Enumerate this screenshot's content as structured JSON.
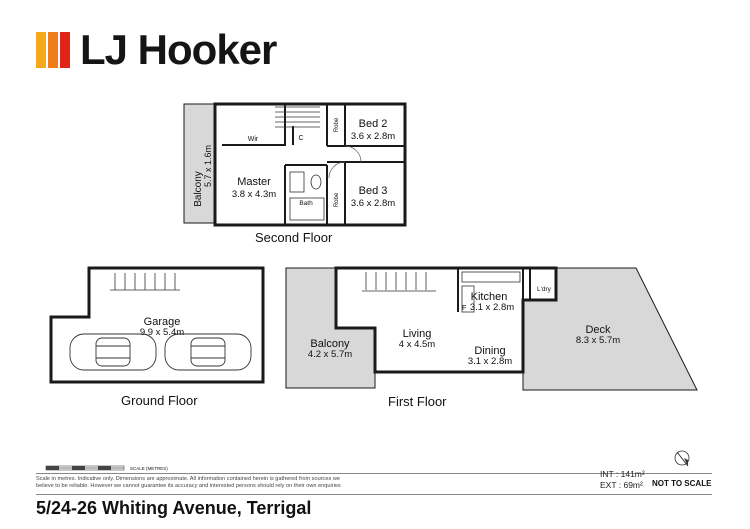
{
  "brand": {
    "name": "LJ Hooker",
    "mark_colors": [
      "#f6a81c",
      "#ef7d1a",
      "#e2231a"
    ]
  },
  "colors": {
    "wall": "#1a1a1a",
    "outdoor_fill": "#d8d8d8",
    "room_fill": "#ffffff"
  },
  "floors": {
    "second": {
      "label": "Second Floor",
      "rooms": [
        {
          "name": "Balcony",
          "dims": "5.7 x 1.6m"
        },
        {
          "name": "Master",
          "dims": "3.8 x 4.3m"
        },
        {
          "name": "Bed 2",
          "dims": "3.6 x 2.8m"
        },
        {
          "name": "Bed 3",
          "dims": "3.6 x 2.8m"
        }
      ],
      "small_labels": {
        "wir": "Wir",
        "c": "C",
        "bath": "Bath",
        "robe_upper": "Robe",
        "robe_lower": "Robe"
      }
    },
    "ground": {
      "label": "Ground Floor",
      "rooms": [
        {
          "name": "Garage",
          "dims": "9.9 x 5.4m"
        }
      ]
    },
    "first": {
      "label": "First Floor",
      "rooms": [
        {
          "name": "Balcony",
          "dims": "4.2 x 5.7m"
        },
        {
          "name": "Living",
          "dims": "4 x 4.5m"
        },
        {
          "name": "Kitchen",
          "dims": "3.1 x 2.8m"
        },
        {
          "name": "Dining",
          "dims": "3.1 x 2.8m"
        },
        {
          "name": "Deck",
          "dims": "8.3 x 5.7m"
        }
      ],
      "small_labels": {
        "ldry": "L'dry",
        "kitchen_prefix": "F"
      }
    }
  },
  "footer": {
    "disclaimer": [
      "Scale in metres. Indicative only. Dimensions are approximate. All information contained herein is gathered from sources we",
      "believe to be reliable. However we cannot guarantee its accuracy and interested persons should rely on their own enquiries"
    ],
    "scale_label": "SCALE (METRES)",
    "int_area": "INT : 141m²",
    "ext_area": "EXT :  69m²",
    "not_to_scale": "NOT TO SCALE",
    "address": "5/24-26 Whiting Avenue, Terrigal"
  }
}
